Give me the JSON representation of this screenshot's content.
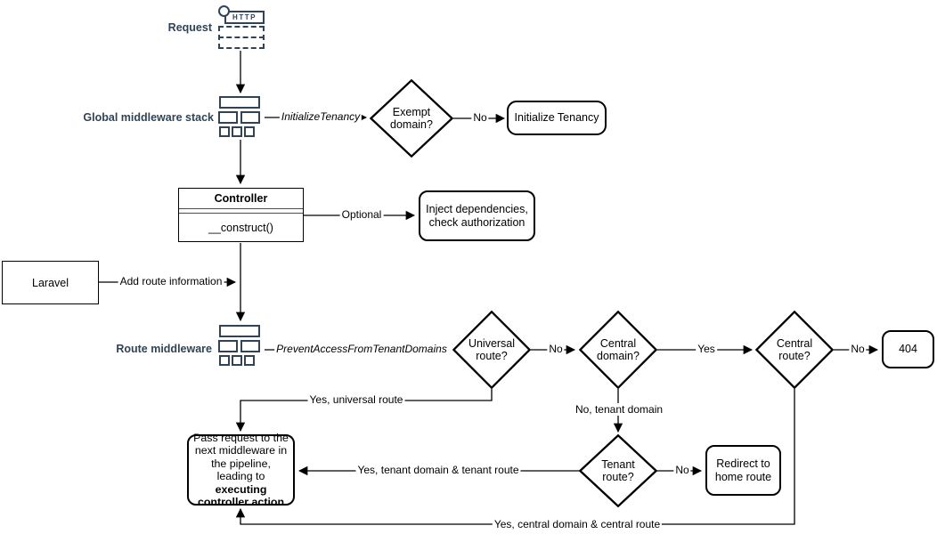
{
  "colors": {
    "navy_accent": "#304357",
    "line": "#000000",
    "background": "#ffffff"
  },
  "icons": {
    "request": "http-request-icon",
    "global_middleware": "middleware-stack-icon",
    "route_middleware": "middleware-stack-icon"
  },
  "nodes": {
    "request": {
      "label": "Request",
      "badge": "HTTP"
    },
    "global_middleware": {
      "label": "Global middleware stack"
    },
    "exempt_domain": {
      "label": "Exempt domain?"
    },
    "initialize_tenancy": {
      "label": "Initialize Tenancy"
    },
    "controller": {
      "title": "Controller",
      "method": "__construct()"
    },
    "inject_dependencies": {
      "label": "Inject dependencies, check authorization"
    },
    "laravel": {
      "label": "Laravel"
    },
    "route_middleware": {
      "label": "Route middleware"
    },
    "universal_route": {
      "label": "Universal route?"
    },
    "central_domain": {
      "label": "Central domain?"
    },
    "central_route": {
      "label": "Central route?"
    },
    "error_404": {
      "label": "404"
    },
    "tenant_route": {
      "label": "Tenant route?"
    },
    "redirect_home": {
      "label": "Redirect to home route"
    },
    "pass_request": {
      "text": "Pass request to the next middleware in the pipeline, leading to ",
      "bold": "executing controller action"
    }
  },
  "edge_labels": {
    "initialize_tenancy": "InitializeTenancy",
    "exempt_no": "No",
    "optional": "Optional",
    "add_route_information": "Add route information",
    "prevent_access": "PreventAccessFromTenantDomains",
    "universal_no": "No",
    "central_domain_yes": "Yes",
    "central_route_no": "No",
    "universal_yes": "Yes, universal route",
    "tenant_domain_no": "No, tenant domain",
    "tenant_no": "No",
    "tenant_yes": "Yes, tenant domain & tenant route",
    "central_yes": "Yes, central domain & central route"
  }
}
